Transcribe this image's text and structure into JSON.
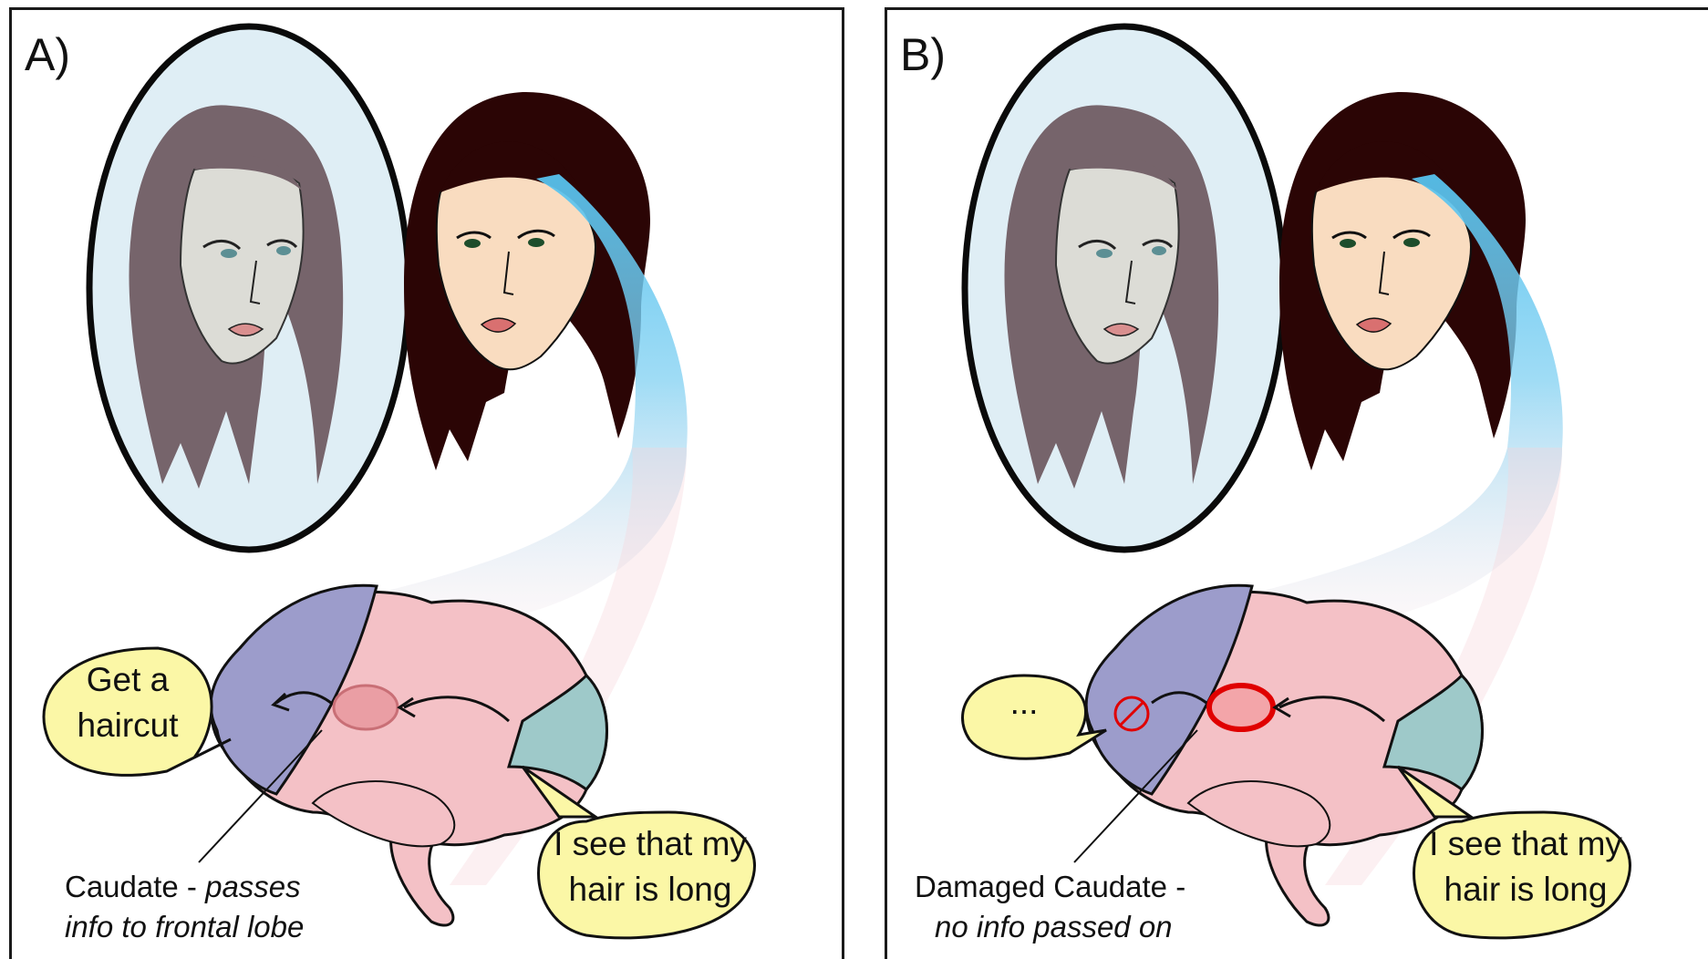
{
  "panels": [
    {
      "id": "A",
      "label": "A)",
      "left_bubble": {
        "line1": "Get a",
        "line2": "haircut"
      },
      "right_bubble": {
        "line1": "I see that my",
        "line2": "hair is long"
      },
      "caption": {
        "line1_plain": "Caudate - ",
        "line1_italic": "passes",
        "line2_italic": "info to frontal lobe"
      },
      "damaged": false
    },
    {
      "id": "B",
      "label": "B)",
      "left_bubble": {
        "line1": "...",
        "line2": ""
      },
      "right_bubble": {
        "line1": "I see that my",
        "line2": "hair is long"
      },
      "caption": {
        "line1_plain": "Damaged Caudate - ",
        "line1_italic": "",
        "line2_italic": "no info passed on"
      },
      "damaged": true
    }
  ],
  "colors": {
    "mirror_fill": "#dfeef5",
    "mirror_hair": "#76646b",
    "mirror_skin": "#dcdcd6",
    "woman_hair": "#2b0505",
    "woman_skin": "#f9dcc0",
    "light_beam": "#56c2ee",
    "frontal_lobe": "#9c9ccb",
    "parietal_temporal": "#f4c1c6",
    "occipital_lobe": "#9ec9c9",
    "caudate_normal": "#ea9ea4",
    "caudate_damaged": "#e00000",
    "bubble_fill": "#fbf7a6"
  },
  "icons": [
    "no-entry-icon"
  ]
}
